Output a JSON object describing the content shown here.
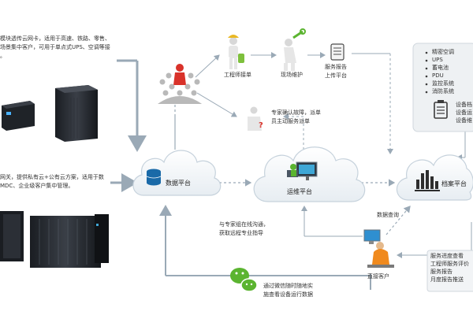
{
  "left_panel": {
    "desc_top": [
      "模块透传云网卡，适用于高速、铁路、零售、",
      "场景集中客户，可用于单点式UPS、空调等接",
      "。"
    ],
    "desc_mid": [
      "网关，提供私有云+公有云方案，适用于数",
      "MDC、企业级客户集中管理。"
    ]
  },
  "hubs": {
    "data": "数据平台",
    "ops": "运维平台",
    "archive": "档案平台"
  },
  "top_flow": {
    "engineer": "工程师接单",
    "onsite": "现场维护",
    "report_line1": "服务报告",
    "report_line2": "上传平台"
  },
  "expert_note": [
    "专家确认故障，派单",
    "员主动服务派单"
  ],
  "remote_note": [
    "与专家组在线沟通，",
    "获取远程专业指导"
  ],
  "systems_list": [
    "精密空调",
    "UPS",
    "蓄电池",
    "PDU",
    "监控系统",
    "消防系统"
  ],
  "equipment_cut": [
    "设备档",
    "设备运",
    "设备维"
  ],
  "data_query": "数据查询",
  "direct_customer": "直接客户",
  "wechat_note": [
    "通过微信随时随地实",
    "施查看设备运行数据"
  ],
  "service_list": [
    "服务进度查看",
    "工程师服务评价",
    "服务报告",
    "月度报告推送"
  ],
  "colors": {
    "arrow": "#9aa9b6",
    "accent": "#1a6aa8",
    "dark": "#3b3b3b",
    "green": "#5bb430"
  }
}
